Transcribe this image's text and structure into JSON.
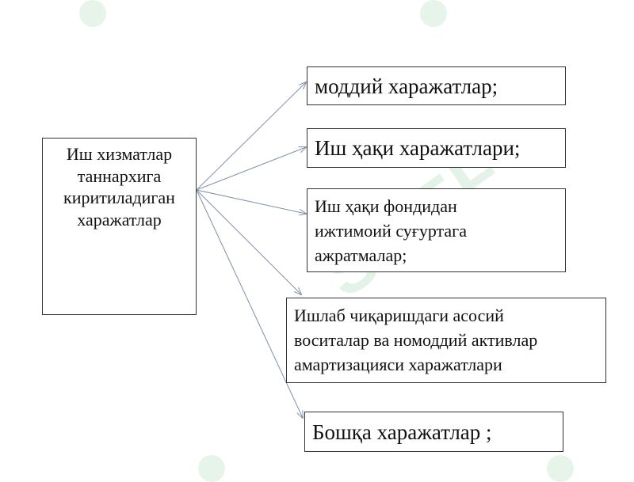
{
  "source": {
    "lines": [
      "Иш хизматлар",
      "таннархига",
      "киритиладиган",
      "харажатлар"
    ]
  },
  "targets": [
    {
      "lines": [
        "моддий харажатлар;"
      ]
    },
    {
      "lines": [
        "Иш ҳақи харажатлари;"
      ]
    },
    {
      "lines": [
        "Иш ҳақи фондидан",
        "ижтимоий суғуртага",
        "ажратмалар;"
      ]
    },
    {
      "lines": [
        "Ишлаб чиқаришдаги асосий",
        "воситалар ва номоддий активлар",
        "амартизацияси харажатлари"
      ]
    },
    {
      "lines": [
        "Бошқа харажатлар ;"
      ]
    }
  ],
  "watermark": {
    "text": "SOFF",
    "color": "#e3f3e8"
  },
  "colors": {
    "arrow": "#7f8fa8",
    "border": "#333333"
  }
}
